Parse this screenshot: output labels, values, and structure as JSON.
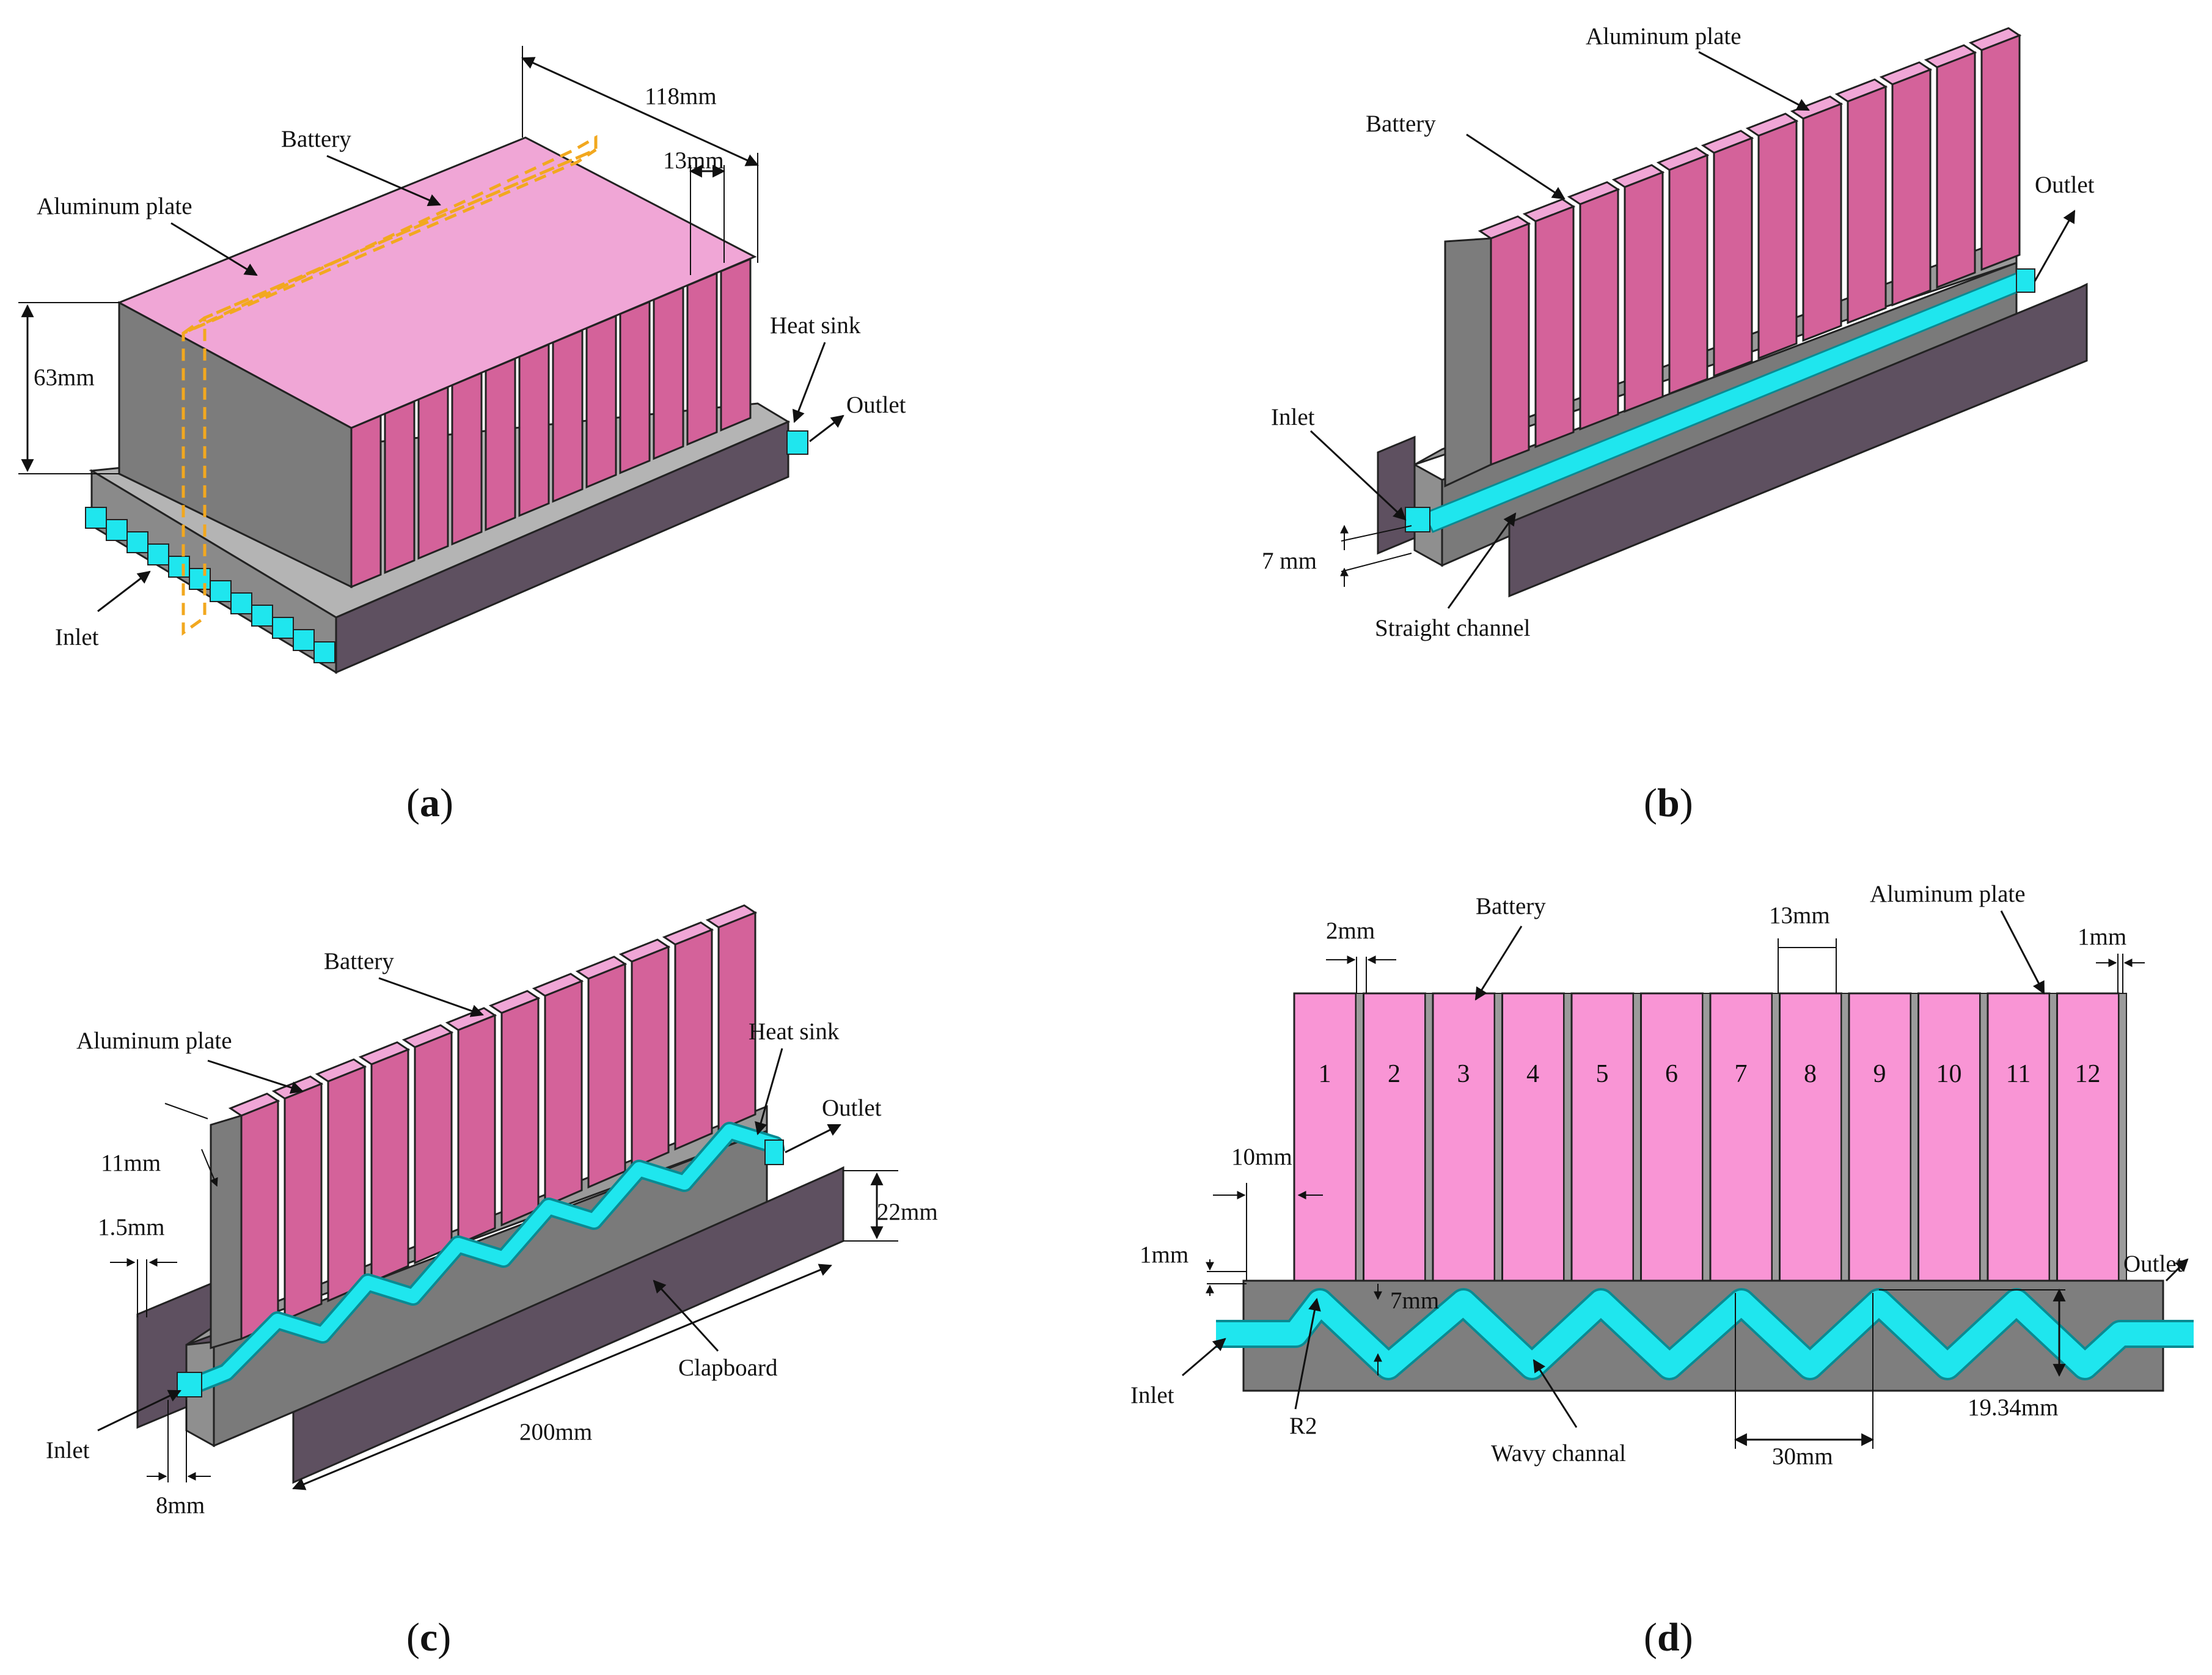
{
  "panel_a": {
    "battery": "Battery",
    "aluminum_plate": "Aluminum plate",
    "heat_sink": "Heat sink",
    "outlet": "Outlet",
    "inlet": "Inlet",
    "dim_width": "118mm",
    "dim_cell": "13mm",
    "dim_height": "63mm",
    "caption_open": "(",
    "caption_letter": "a",
    "caption_close": ")"
  },
  "panel_b": {
    "battery": "Battery",
    "aluminum_plate": "Aluminum plate",
    "outlet": "Outlet",
    "inlet": "Inlet",
    "dim_channel": "7 mm",
    "straight_channel": "Straight channel",
    "caption_open": "(",
    "caption_letter": "b",
    "caption_close": ")"
  },
  "panel_c": {
    "battery": "Battery",
    "aluminum_plate": "Aluminum plate",
    "heat_sink": "Heat sink",
    "outlet": "Outlet",
    "inlet": "Inlet",
    "clapboard": "Clapboard",
    "dim_plate": "11mm",
    "dim_wall": "1.5mm",
    "dim_height": "22mm",
    "dim_length": "200mm",
    "dim_inlet": "8mm",
    "caption_open": "(",
    "caption_letter": "c",
    "caption_close": ")"
  },
  "panel_d": {
    "battery": "Battery",
    "aluminum_plate": "Aluminum plate",
    "outlet": "Outlet",
    "inlet": "Inlet",
    "wavy_channel": "Wavy channal",
    "radius": "R2",
    "dim_gap": "2mm",
    "dim_cell": "13mm",
    "dim_plate_right": "1mm",
    "dim_side": "10mm",
    "dim_base": "1mm",
    "dim_channel": "7mm",
    "dim_amplitude": "19.34mm",
    "dim_period": "30mm",
    "cell_numbers": [
      "1",
      "2",
      "3",
      "4",
      "5",
      "6",
      "7",
      "8",
      "9",
      "10",
      "11",
      "12"
    ],
    "caption_open": "(",
    "caption_letter": "d",
    "caption_close": ")"
  },
  "colors": {
    "battery_front": "#d4629a",
    "battery_top": "#f0a6d6",
    "battery_flat": "#f995d5",
    "casing_dark": "#5e5060",
    "casing_gray": "#7e7e7e",
    "channel": "#1fe6ee",
    "dashed_box": "#f2a81f"
  }
}
